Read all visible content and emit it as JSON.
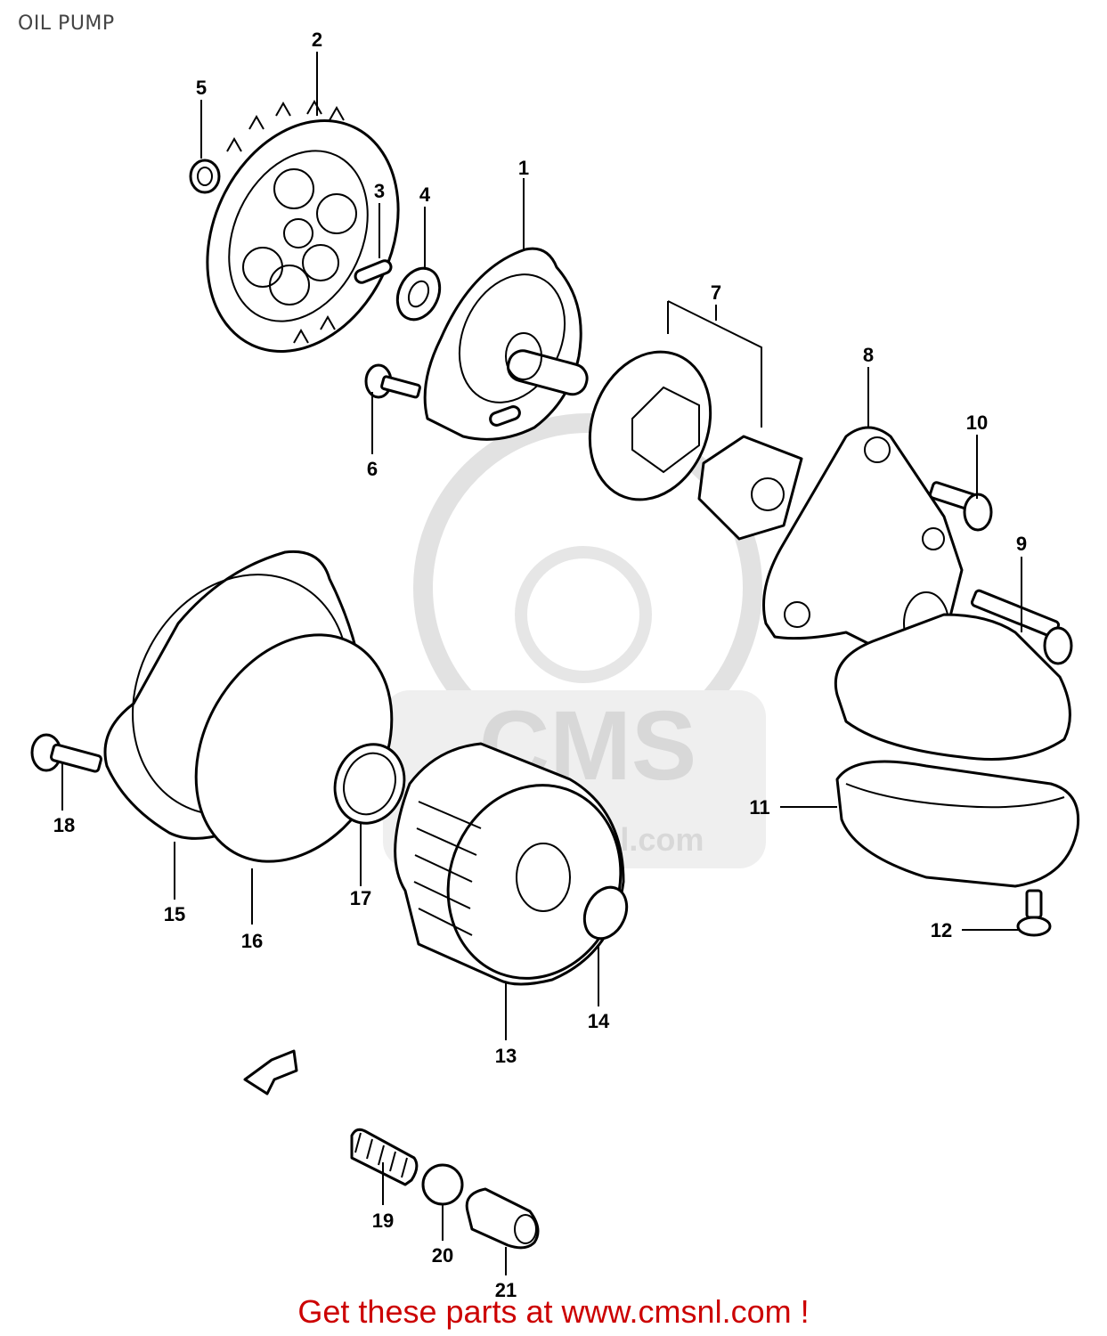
{
  "title": "OIL PUMP",
  "footer": "Get these parts at www.cmsnl.com !",
  "watermark": {
    "logo_text": "CMS",
    "url_text": "www.cmsnl.com"
  },
  "callouts": [
    "1",
    "2",
    "3",
    "4",
    "5",
    "6",
    "7",
    "8",
    "9",
    "10",
    "11",
    "12",
    "13",
    "14",
    "15",
    "16",
    "17",
    "18",
    "19",
    "20",
    "21"
  ],
  "colors": {
    "footer": "#cc0000",
    "line": "#000000",
    "watermark": "#d8d8d8"
  }
}
